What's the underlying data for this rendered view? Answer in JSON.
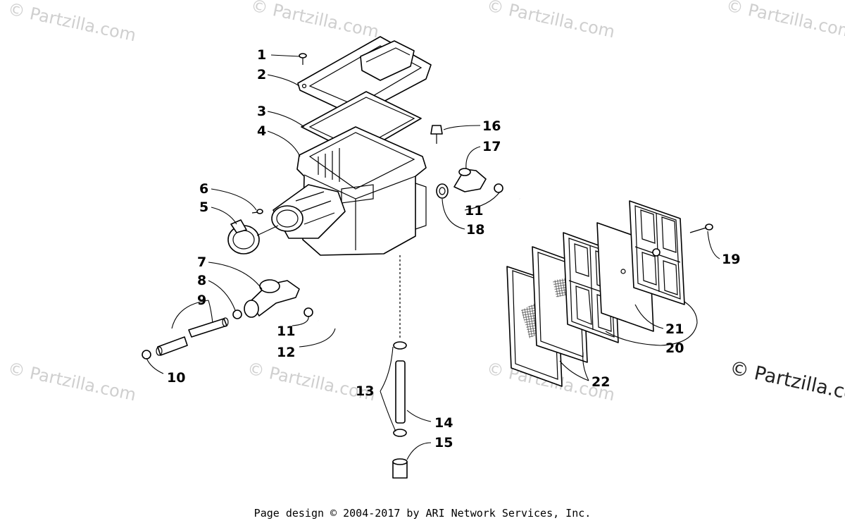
{
  "labels": [
    "1",
    "2",
    "3",
    "4",
    "5",
    "6",
    "7",
    "8",
    "9",
    "10",
    "11",
    "12",
    "13",
    "14",
    "15",
    "16",
    "17",
    "18",
    "19",
    "20",
    "21",
    "22",
    "11"
  ],
  "watermarks": {
    "faint": "© Partzilla.com",
    "strong": "© Partzilla.com"
  },
  "footer": "Page design © 2004-2017 by ARI Network Services, Inc."
}
